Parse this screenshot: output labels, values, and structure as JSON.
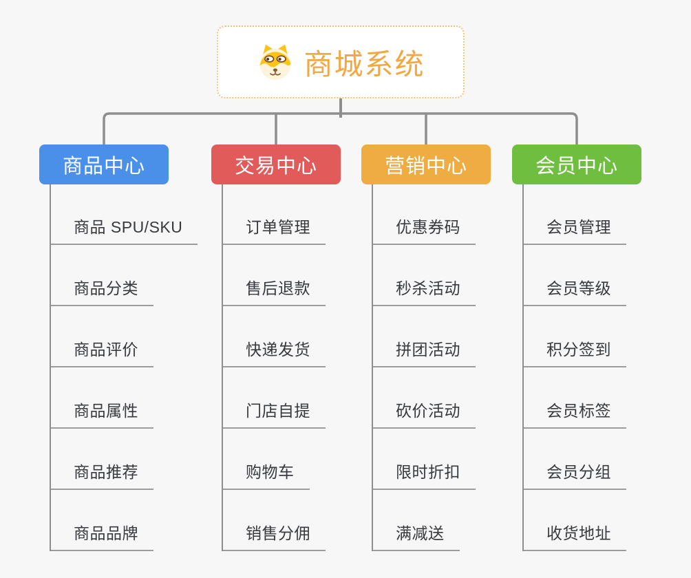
{
  "root": {
    "title": "商城系统",
    "icon": "doge-icon",
    "title_color": "#f2a842",
    "border_color": "#f5c178"
  },
  "colors": {
    "background": "#f7f7f7",
    "connector": "#8e8e8e",
    "leaf_line": "#9c9c9c",
    "leaf_text": "#36393d"
  },
  "branches": [
    {
      "label": "商品中心",
      "color": "#4a90e8",
      "children": [
        "商品 SPU/SKU",
        "商品分类",
        "商品评价",
        "商品属性",
        "商品推荐",
        "商品品牌"
      ]
    },
    {
      "label": "交易中心",
      "color": "#e25b5b",
      "children": [
        "订单管理",
        "售后退款",
        "快递发货",
        "门店自提",
        "购物车",
        "销售分佣"
      ]
    },
    {
      "label": "营销中心",
      "color": "#eeac42",
      "children": [
        "优惠券码",
        "秒杀活动",
        "拼团活动",
        "砍价活动",
        "限时折扣",
        "满减送"
      ]
    },
    {
      "label": "会员中心",
      "color": "#6fbe40",
      "children": [
        "会员管理",
        "会员等级",
        "积分签到",
        "会员标签",
        "会员分组",
        "收货地址"
      ]
    }
  ]
}
